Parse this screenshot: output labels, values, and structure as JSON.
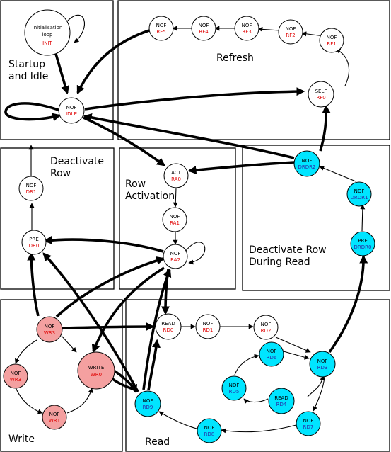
{
  "regions": {
    "startup": [
      "Startup",
      "and Idle"
    ],
    "refresh": [
      "Refresh"
    ],
    "deactivate_row": [
      "Deactivate",
      "Row"
    ],
    "row_activation": [
      "Row",
      "Activation"
    ],
    "deactivate_row_during_read": [
      "Deactivate Row",
      "During Read"
    ],
    "write": [
      "Write"
    ],
    "read": [
      "Read"
    ]
  },
  "states": {
    "init": {
      "line1": "Initialisation",
      "line2": "loop",
      "code": "INIT"
    },
    "idle": {
      "cmd": "NOF",
      "code": "IDLE"
    },
    "rf5": {
      "cmd": "NOF",
      "code": "RF5"
    },
    "rf4": {
      "cmd": "NOF",
      "code": "RF4"
    },
    "rf3": {
      "cmd": "NOF",
      "code": "RF3"
    },
    "rf2": {
      "cmd": "NOF",
      "code": "RF2"
    },
    "rf1": {
      "cmd": "NOF",
      "code": "RF1"
    },
    "rf0": {
      "cmd": "SELF",
      "code": "RF0"
    },
    "dr1": {
      "cmd": "NOF",
      "code": "DR1"
    },
    "dr0": {
      "cmd": "PRE",
      "code": "DR0"
    },
    "ra0": {
      "cmd": "ACT",
      "code": "RA0"
    },
    "ra1": {
      "cmd": "NOF",
      "code": "RA1"
    },
    "ra2": {
      "cmd": "NOF",
      "code": "RA2"
    },
    "drdr2": {
      "cmd": "NOF",
      "code": "DRDR2"
    },
    "drdr1": {
      "cmd": "NOF",
      "code": "DRDR1"
    },
    "drdr0": {
      "cmd": "PRE",
      "code": "DRDR0"
    },
    "wr3a": {
      "cmd": "NOF",
      "code": "WR3"
    },
    "wr3b": {
      "cmd": "NOF",
      "code": "WR3"
    },
    "wr0": {
      "cmd": "WRITE",
      "code": "WR0"
    },
    "wr1": {
      "cmd": "NOF",
      "code": "WR1"
    },
    "rd0": {
      "cmd": "READ",
      "code": "RD0"
    },
    "rd1": {
      "cmd": "NOF",
      "code": "RD1"
    },
    "rd2": {
      "cmd": "NOF",
      "code": "RD2"
    },
    "rd3": {
      "cmd": "NOF",
      "code": "RD3"
    },
    "rd4": {
      "cmd": "READ",
      "code": "RD4"
    },
    "rd5": {
      "cmd": "NOF",
      "code": "RD5"
    },
    "rd6": {
      "cmd": "NOF",
      "code": "RD6"
    },
    "rd7": {
      "cmd": "NOF",
      "code": "RD7"
    },
    "rd8": {
      "cmd": "NOF",
      "code": "RD8"
    },
    "rd9": {
      "cmd": "NOF",
      "code": "RD9"
    }
  },
  "colors": {
    "white_state": "#ffffff",
    "read_state": "#00e5ff",
    "write_state": "#f4a0a0",
    "code_red": "#e00000",
    "code_blue": "#2a2aa8"
  }
}
